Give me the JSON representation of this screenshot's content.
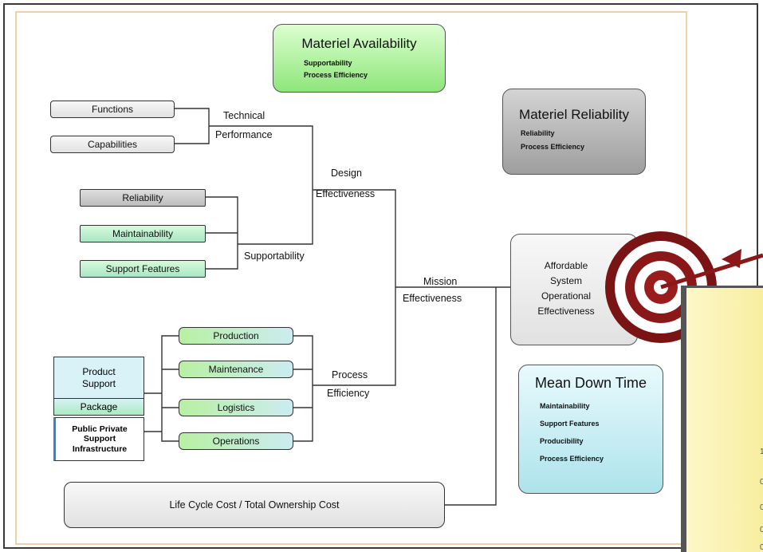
{
  "top_box": {
    "title": "Materiel Availability",
    "sub1": "Supportability",
    "sub2": "Process Efficiency"
  },
  "reliability_box": {
    "title": "Materiel Reliability",
    "sub1": "Reliability",
    "sub2": "Process Efficiency"
  },
  "affordable_box": {
    "line1": "Affordable",
    "line2": "System",
    "line3": "Operational",
    "line4": "Effectiveness"
  },
  "mdt_box": {
    "title": "Mean Down Time",
    "items": [
      "Maintainability",
      "Support Features",
      "Producibility",
      "Process Efficiency"
    ]
  },
  "left_boxes": {
    "functions": "Functions",
    "capabilities": "Capabilities",
    "reliability": "Reliability",
    "maintainability": "Maintainability",
    "support_features": "Support Features"
  },
  "process_boxes": {
    "production": "Production",
    "maintenance": "Maintenance",
    "logistics": "Logistics",
    "operations": "Operations"
  },
  "product_support": {
    "line1": "Product",
    "line2": "Support",
    "line3": "Package"
  },
  "public_private": {
    "line1": "Public  Private",
    "line2": "Support",
    "line3": "Infrastructure"
  },
  "labels": {
    "technical": "Technical",
    "performance": "Performance",
    "design": "Design",
    "effectiveness": "Effectiveness",
    "supportability": "Supportability",
    "mission": "Mission",
    "mission_eff": "Effectiveness",
    "process": "Process",
    "efficiency": "Efficiency"
  },
  "lcc": "Life Cycle Cost / Total Ownership Cost",
  "popup_ticks": [
    "1",
    "0",
    "0",
    "0",
    "0"
  ]
}
